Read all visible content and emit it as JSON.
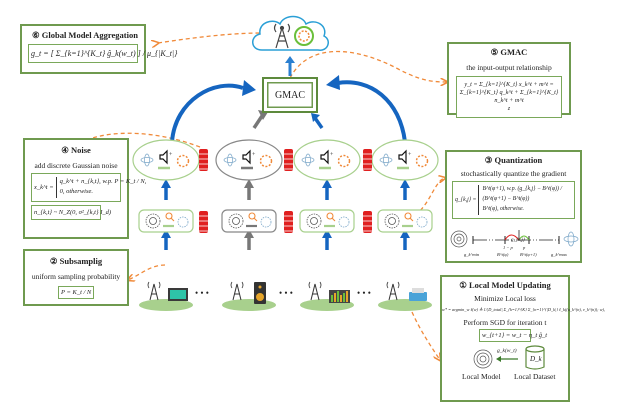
{
  "diagram": {
    "server": {
      "label": "GMAC",
      "cloud_icons": [
        "base-station-icon",
        "aggregation-cycle-icon"
      ]
    },
    "boxes": {
      "global_aggregation": {
        "step": "⑥",
        "title": "Global Model Aggregation",
        "formula": "g_t = [ Σ_{k=1}^{K_t} ĝ_k(w_t) ] / μ_{|K_t|}"
      },
      "gmac": {
        "step": "⑤",
        "title": "GMAC",
        "subtitle": "the input-output relationship",
        "formula": "y_t = Σ_{k=1}^{K_t} x_k^t + m^t = Σ_{k=1}^{K_t} q_k^t + Σ_{k=1}^{K_t} n_k^t + m^t",
        "underbrace_label": "z"
      },
      "noise": {
        "step": "④",
        "title": "Noise",
        "subtitle": "add discrete Gaussian noise",
        "formula_case1": "q_k^t + n_{k,t}, w.p. P = K_t / N,",
        "formula_case2": "0, otherwise.",
        "formula_lhs": "x_k^t =",
        "noise_dist": "n_{k,t} ~ N_Z(0, σ²_{k,t} I_d)"
      },
      "quantization": {
        "step": "③",
        "title": "Quantization",
        "subtitle": "stochastically quantize the gradient",
        "formula_lhs": "q_{k,j} =",
        "formula_case1": "B^t(φ+1), w.p. (g_{k,j} − B^t(φ)) / (B^t(φ+1) − B^t(φ))",
        "formula_case2": "B^t(φ), otherwise.",
        "axis_labels": [
          "g_k^min",
          "B^t(φ)",
          "B^t(φ+1)",
          "g_k^max"
        ],
        "point_label": "g_{k,j}",
        "prob_labels": [
          "1 − p",
          "p"
        ]
      },
      "subsampling": {
        "step": "②",
        "title": "Subsamplig",
        "subtitle": "uniform sampling probability",
        "formula": "P = K_t / N"
      },
      "local_update": {
        "step": "①",
        "title": "Local Model Updating",
        "subtitle": "Minimize Local loss",
        "formula_loss": "w* = argmin_w ℓ(w) ≜ 1/|D_total| Σ_{k=1}^{K} Σ_{n=1}^{|D_k|} ℓ_k((u_k^(n), v_k^(n)); w),",
        "sgd_label": "Perform SGD for iteration t",
        "formula_sgd": "w_{t+1} = w_t − η_t ĝ_t",
        "gradient_label": "g_k(w_t)",
        "dataset_symbol": "D_k",
        "local_model_label": "Local Model",
        "local_dataset_label": "Local Dataset"
      }
    },
    "devices": [
      {
        "name": "monitor",
        "active": true
      },
      {
        "name": "speaker",
        "active": false
      },
      {
        "name": "equalizer-display",
        "active": true
      },
      {
        "name": "printer",
        "active": true
      }
    ],
    "ellipsis": "• • •",
    "colors": {
      "box_border": "#6f9a4f",
      "arrow_blue": "#1565c0",
      "arrow_gray": "#777777",
      "dashed_orange": "#f08a3a",
      "firewall_red": "#e02020",
      "ground_green": "#a8d08d",
      "cloud_blue": "#2a9fd6"
    }
  }
}
